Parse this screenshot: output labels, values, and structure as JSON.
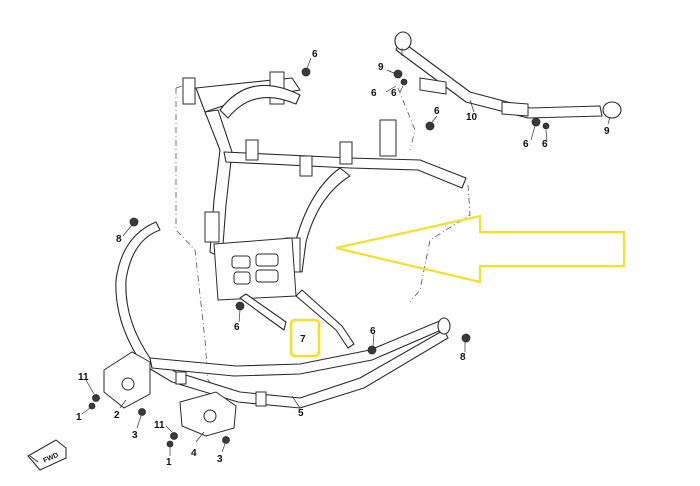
{
  "callouts": [
    {
      "id": "c-1a",
      "label": "1"
    },
    {
      "id": "c-1b",
      "label": "1"
    },
    {
      "id": "c-2",
      "label": "2"
    },
    {
      "id": "c-3a",
      "label": "3"
    },
    {
      "id": "c-3b",
      "label": "3"
    },
    {
      "id": "c-4",
      "label": "4"
    },
    {
      "id": "c-5",
      "label": "5"
    },
    {
      "id": "c-6a",
      "label": "6"
    },
    {
      "id": "c-6b",
      "label": "6"
    },
    {
      "id": "c-6c",
      "label": "6"
    },
    {
      "id": "c-6d",
      "label": "6"
    },
    {
      "id": "c-6e",
      "label": "6"
    },
    {
      "id": "c-6f",
      "label": "6"
    },
    {
      "id": "c-6g",
      "label": "6"
    },
    {
      "id": "c-6h",
      "label": "6"
    },
    {
      "id": "c-7",
      "label": "7"
    },
    {
      "id": "c-8a",
      "label": "8"
    },
    {
      "id": "c-8b",
      "label": "8"
    },
    {
      "id": "c-9a",
      "label": "9"
    },
    {
      "id": "c-9b",
      "label": "9"
    },
    {
      "id": "c-10",
      "label": "10"
    },
    {
      "id": "c-11a",
      "label": "11"
    },
    {
      "id": "c-11b",
      "label": "11"
    }
  ],
  "direction_tag": "FWD",
  "highlight": {
    "part": "7",
    "color": "#f5e027"
  },
  "pointer_arrow": {
    "color": "#f5e027"
  }
}
